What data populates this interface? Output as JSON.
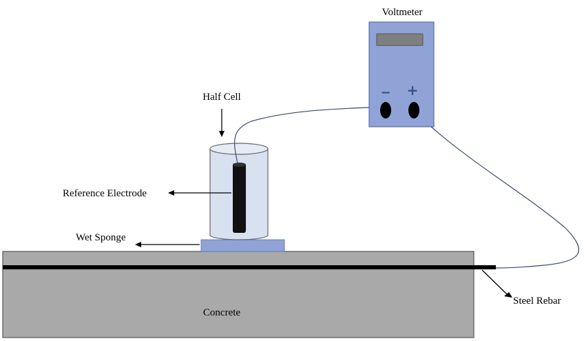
{
  "labels": {
    "voltmeter": "Voltmeter",
    "half_cell": "Half Cell",
    "reference_electrode": "Reference Electrode",
    "wet_sponge": "Wet Sponge",
    "steel_rebar": "Steel Rebar",
    "concrete": "Concrete"
  },
  "voltmeter": {
    "negative_terminal": "−",
    "positive_terminal": "+"
  },
  "colors": {
    "concrete": "#a9a9a9",
    "voltmeter_body": "#8fa3d6",
    "voltmeter_screen": "#7f7f7f",
    "half_cell_fill": "#d8e1f0",
    "sponge": "#8fa3d6",
    "electrode": "#111111",
    "rebar": "#000000",
    "wire": "#3b4a6b"
  }
}
